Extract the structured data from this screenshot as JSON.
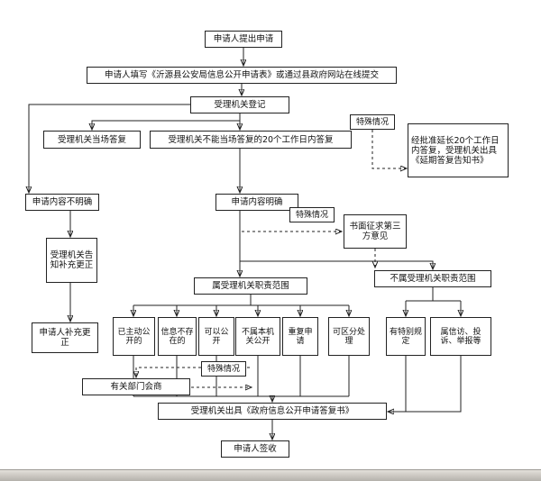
{
  "nodes": {
    "apply": "申请人提出申请",
    "fill_form": "申请人填写《沂源县公安局信息公开申请表》或通过县政府网站在线提交",
    "register": "受理机关登记",
    "special_case_1": "特殊情况",
    "onsite_reply": "受理机关当场答复",
    "reply_within_20_days": "受理机关不能当场答复的20个工作日内答复",
    "extension": "经批准延长20个工作日内答复，受理机关出具《延期答复告知书》",
    "content_unclear": "申请内容不明确",
    "content_clear": "申请内容明确",
    "special_case_2": "特殊情况",
    "third_party_opinion": "书面征求第三方意见",
    "notify_supplement": "受理机关告知补充更正",
    "within_scope": "属受理机关职责范围",
    "outside_scope": "不属受理机关职责范围",
    "applicant_supplement": "申请人补充更正",
    "already_public": "已主动公开的",
    "info_not_exist": "信息不存在的",
    "can_disclose": "可以公开",
    "not_this_agency": "不属本机关公开",
    "repeated_request": "重复申请",
    "separable_handling": "可区分处理",
    "special_provisions": "有特别规定",
    "petition_complaint": "属信访、投诉、举报等",
    "special_case_3": "特殊情况",
    "dept_consultation": "有关部门会商",
    "issue_reply": "受理机关出具《政府信息公开申请答复书》",
    "sign_receipt": "申请人签收"
  }
}
